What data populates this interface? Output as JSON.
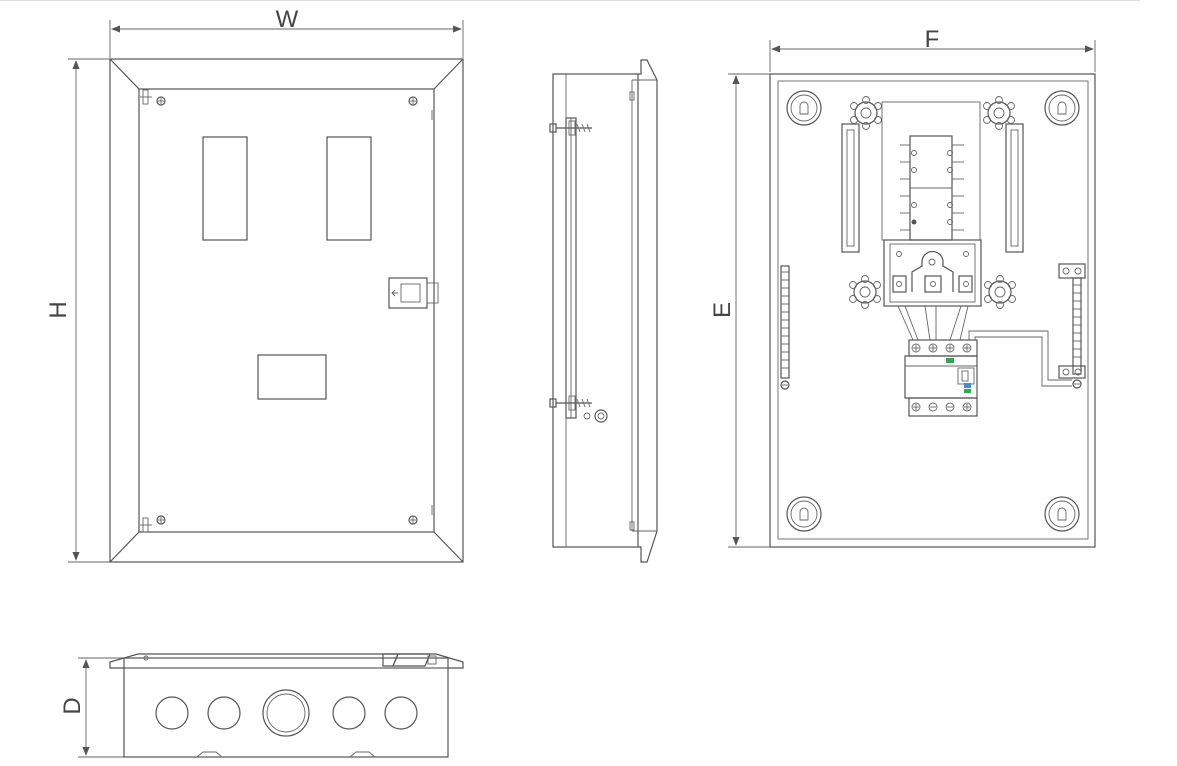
{
  "dimensions": {
    "width_label": "W",
    "height_label": "H",
    "depth_label": "D",
    "mount_width_label": "F",
    "mount_height_label": "E"
  },
  "colors": {
    "line": "#555555",
    "terminal_green": "#2fa84f",
    "indicator_blue": "#3b8fd6",
    "background": "#ffffff"
  },
  "views": [
    "front-view",
    "side-view",
    "internal-view",
    "bottom-view"
  ],
  "bottom_view": {
    "knockout_count": 5
  }
}
